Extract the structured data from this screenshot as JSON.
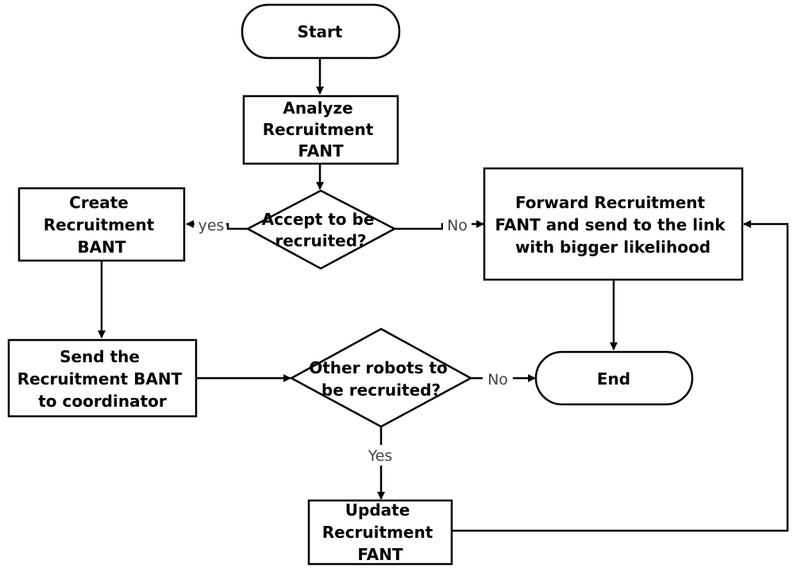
{
  "nodes": {
    "start": {
      "lines": [
        "Start"
      ]
    },
    "analyze": {
      "lines": [
        "Analyze",
        "Recruitment",
        "FANT"
      ]
    },
    "accept_decision": {
      "lines": [
        "Accept to be",
        "recruited?"
      ]
    },
    "create_bant": {
      "lines": [
        "Create",
        "Recruitment",
        "BANT"
      ]
    },
    "forward_fant": {
      "lines": [
        "Forward Recruitment",
        "FANT and send to the link",
        "with bigger  likelihood"
      ]
    },
    "send_bant": {
      "lines": [
        "Send the",
        "Recruitment BANT",
        "to coordinator"
      ]
    },
    "other_robots_decision": {
      "lines": [
        "Other robots to",
        "be recruited?"
      ]
    },
    "end": {
      "lines": [
        "End"
      ]
    },
    "update_fant": {
      "lines": [
        "Update",
        "Recruitment",
        "FANT"
      ]
    }
  },
  "edge_labels": {
    "accept_yes": "yes",
    "accept_no": "No",
    "other_no": "No",
    "other_yes": "Yes"
  },
  "colors": {
    "stroke": "#000000",
    "fill": "#ffffff",
    "label": "#444444"
  }
}
